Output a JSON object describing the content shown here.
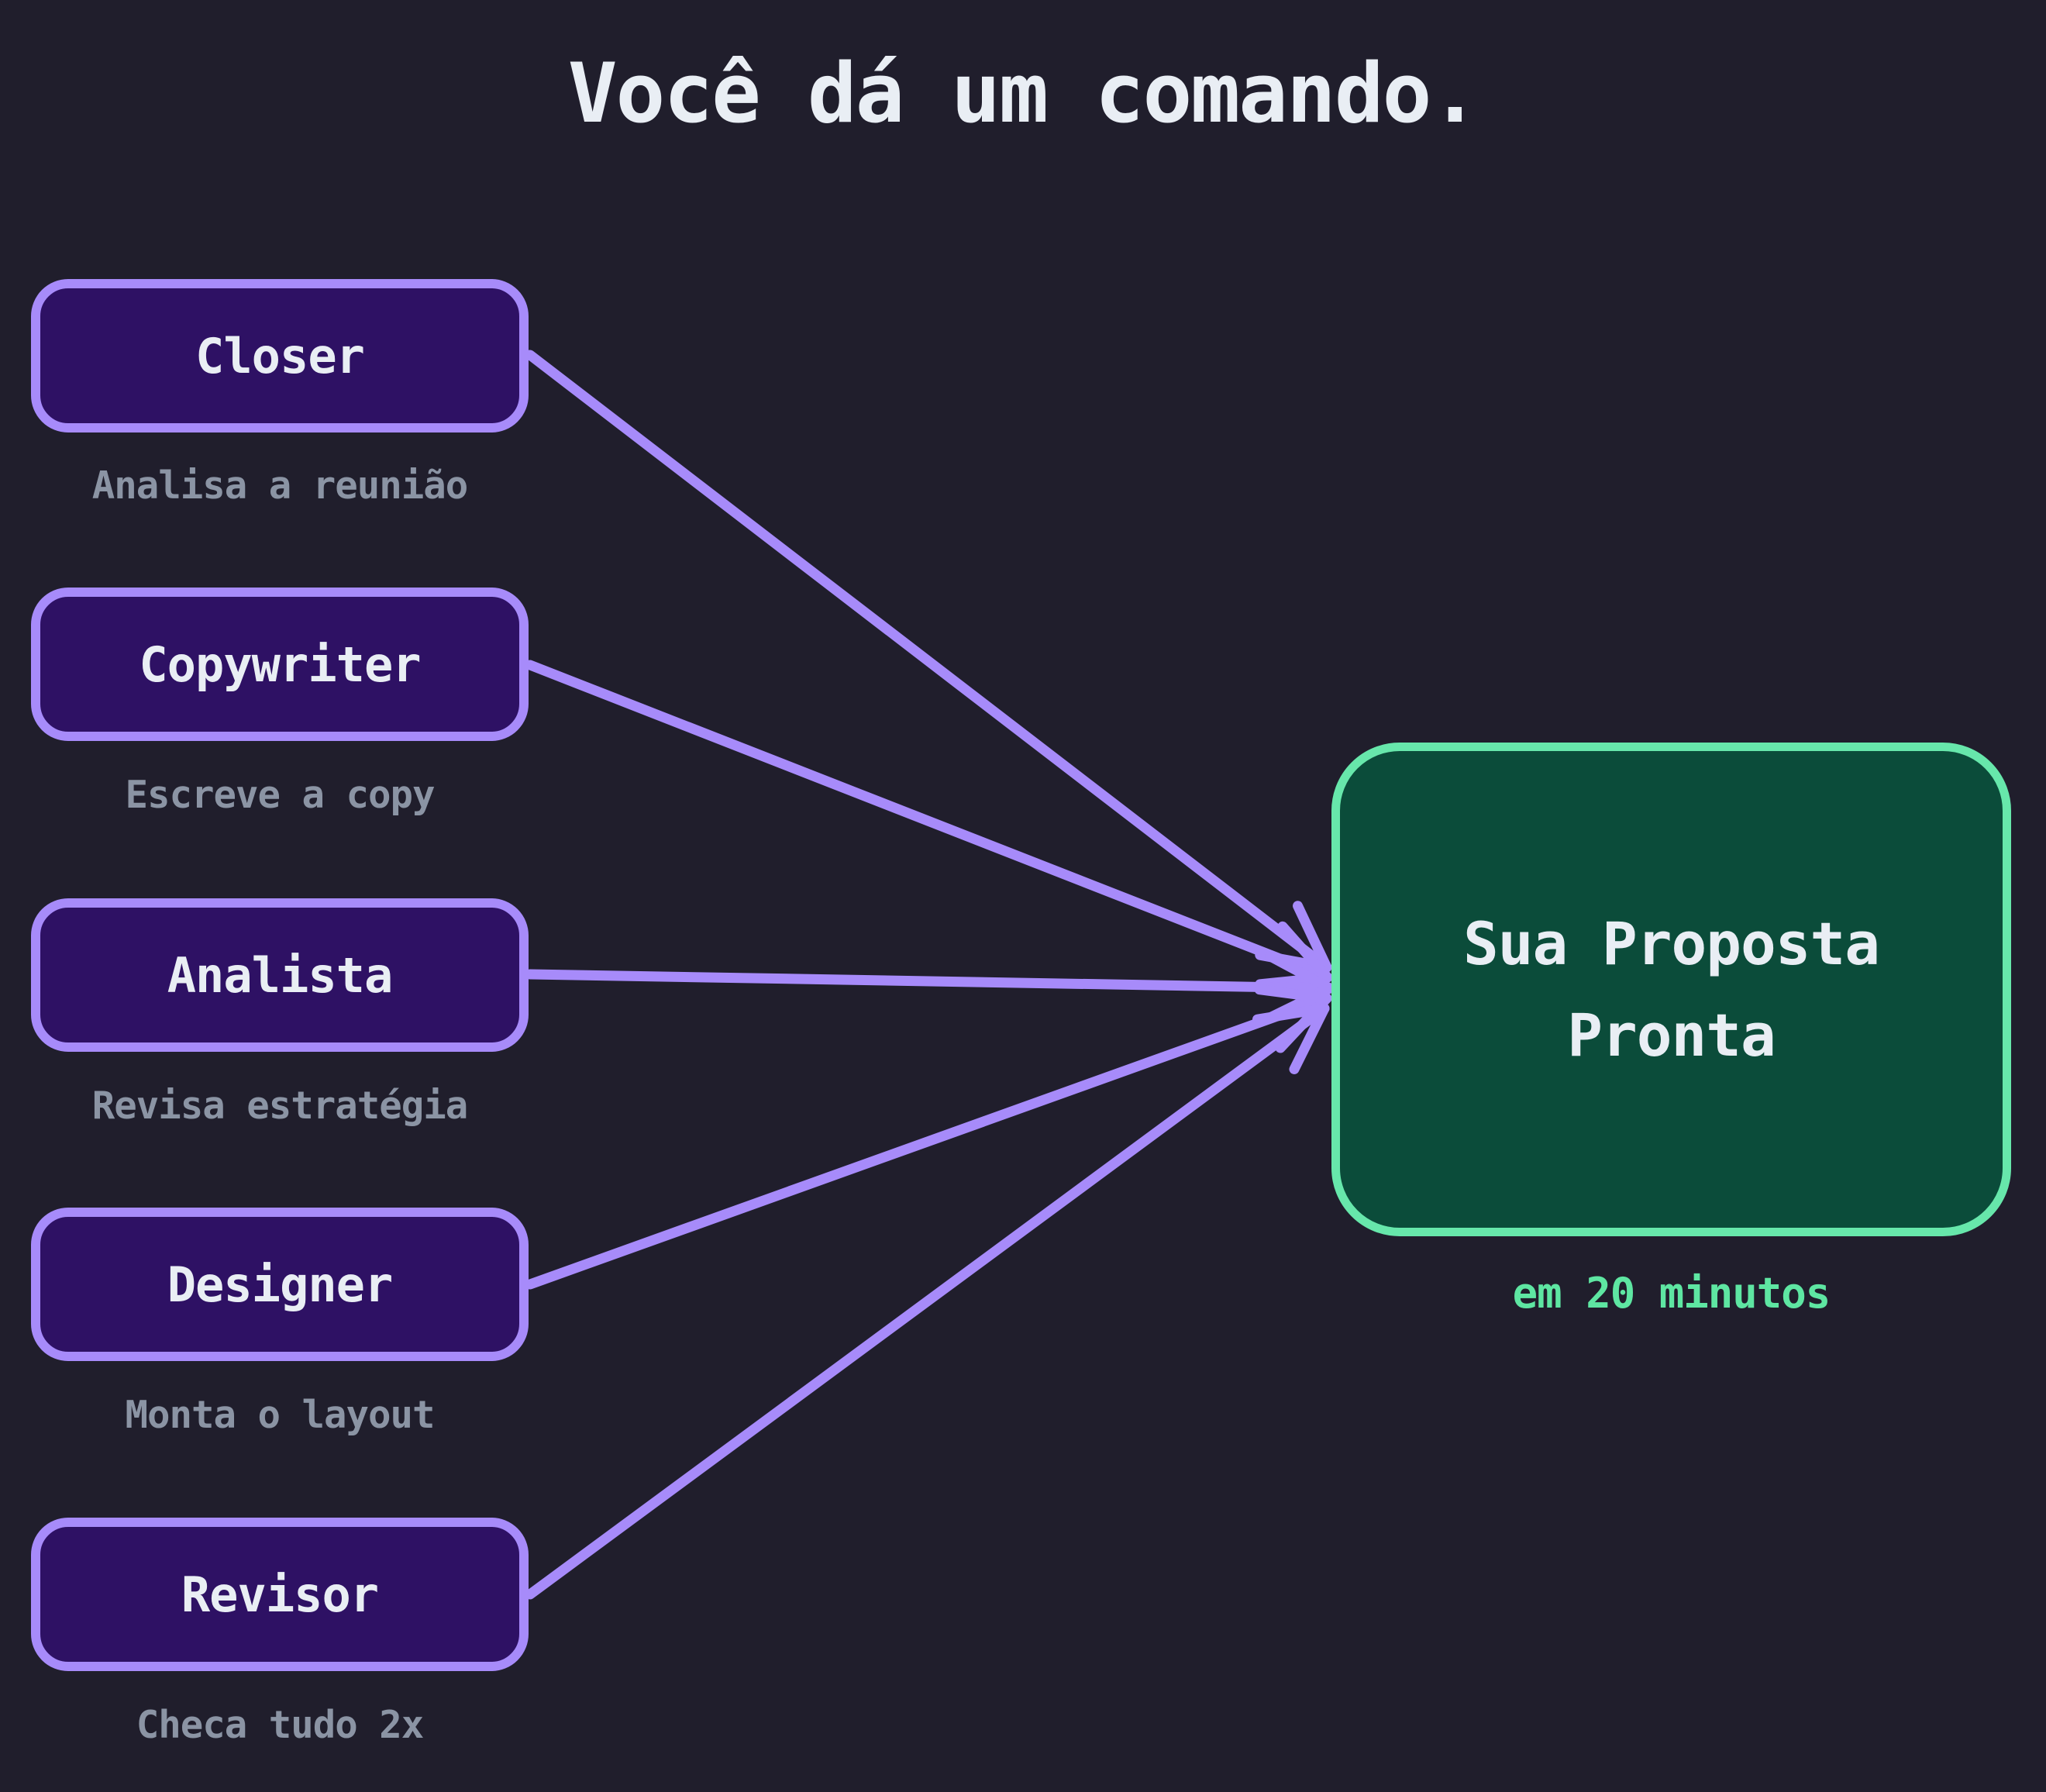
{
  "title": "Você dá um comando.",
  "agents": [
    {
      "name": "Closer",
      "desc": "Analisa a reunião"
    },
    {
      "name": "Copywriter",
      "desc": "Escreve a copy"
    },
    {
      "name": "Analista",
      "desc": "Revisa estratégia"
    },
    {
      "name": "Designer",
      "desc": "Monta o layout"
    },
    {
      "name": "Revisor",
      "desc": "Checa tudo 2x"
    }
  ],
  "output": {
    "line1": "Sua Proposta",
    "line2": "Pronta",
    "caption": "em 20 minutos"
  },
  "colors": {
    "bg": "#201e2c",
    "purple": "#a78bfa",
    "card-fill": "#2e1164",
    "text": "#e9eef4",
    "muted": "#8b94a4",
    "green-border": "#67e7ab",
    "green-fill": "#0b4c3a",
    "green-text": "#5ee6a2"
  }
}
